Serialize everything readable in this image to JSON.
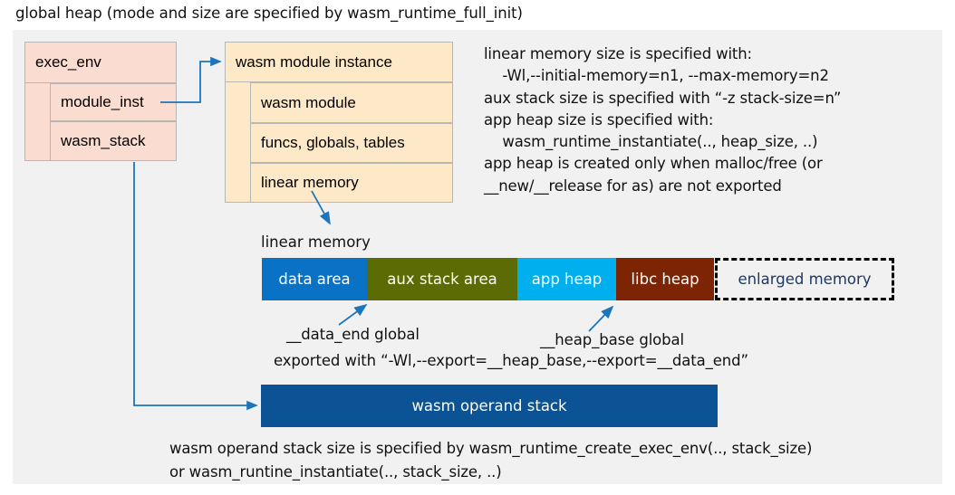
{
  "title": "global heap (mode and size are specified by wasm_runtime_full_init)",
  "exec_env": {
    "header": "exec_env",
    "fields": [
      {
        "label": "module_inst"
      },
      {
        "label": "wasm_stack"
      }
    ]
  },
  "module_instance": {
    "header": "wasm module instance",
    "fields": [
      {
        "label": "wasm module"
      },
      {
        "label": "funcs, globals, tables"
      },
      {
        "label": "linear memory"
      }
    ]
  },
  "notes": {
    "linear_memory": "linear memory size is specified with:\n    -Wl,--initial-memory=n1, --max-memory=n2\naux stack size is specified with “-z stack-size=n”\napp heap size is specified with:\n    wasm_runtime_instantiate(.., heap_size, ..)\napp heap is created only when malloc/free (or\n__new/__release for as) are not exported",
    "operand_stack": "wasm operand stack size is specified by wasm_runtime_create_exec_env(.., stack_size)\nor wasm_runtine_instantiate(.., stack_size, ..)"
  },
  "linear_memory_bar": {
    "caption": "linear memory",
    "segments": [
      {
        "label": "data area",
        "color": "#0a72c4",
        "width": 116
      },
      {
        "label": "aux stack area",
        "color": "#5d6b04",
        "width": 166
      },
      {
        "label": "app heap",
        "color": "#00b0ee",
        "width": 109
      },
      {
        "label": "libc heap",
        "color": "#7d2405",
        "width": 108
      },
      {
        "label": "enlarged memory",
        "color": "#f1f1f1",
        "width": 198,
        "dashed": true
      }
    ]
  },
  "annotations": {
    "data_end": "__data_end global",
    "heap_base": "__heap_base global",
    "exported": "exported with “-Wl,--export=__heap_base,--export=__data_end”"
  },
  "operand_stack": {
    "label": "wasm operand stack"
  },
  "colors": {
    "arrow": "#1b75bb",
    "panel_bg": "#f1f1f1",
    "exec_env_fill": "#fbdcd0",
    "module_inst_fill": "#fde9c8",
    "operand_stack_fill": "#0b5394",
    "dashed_text": "#1f3864"
  }
}
